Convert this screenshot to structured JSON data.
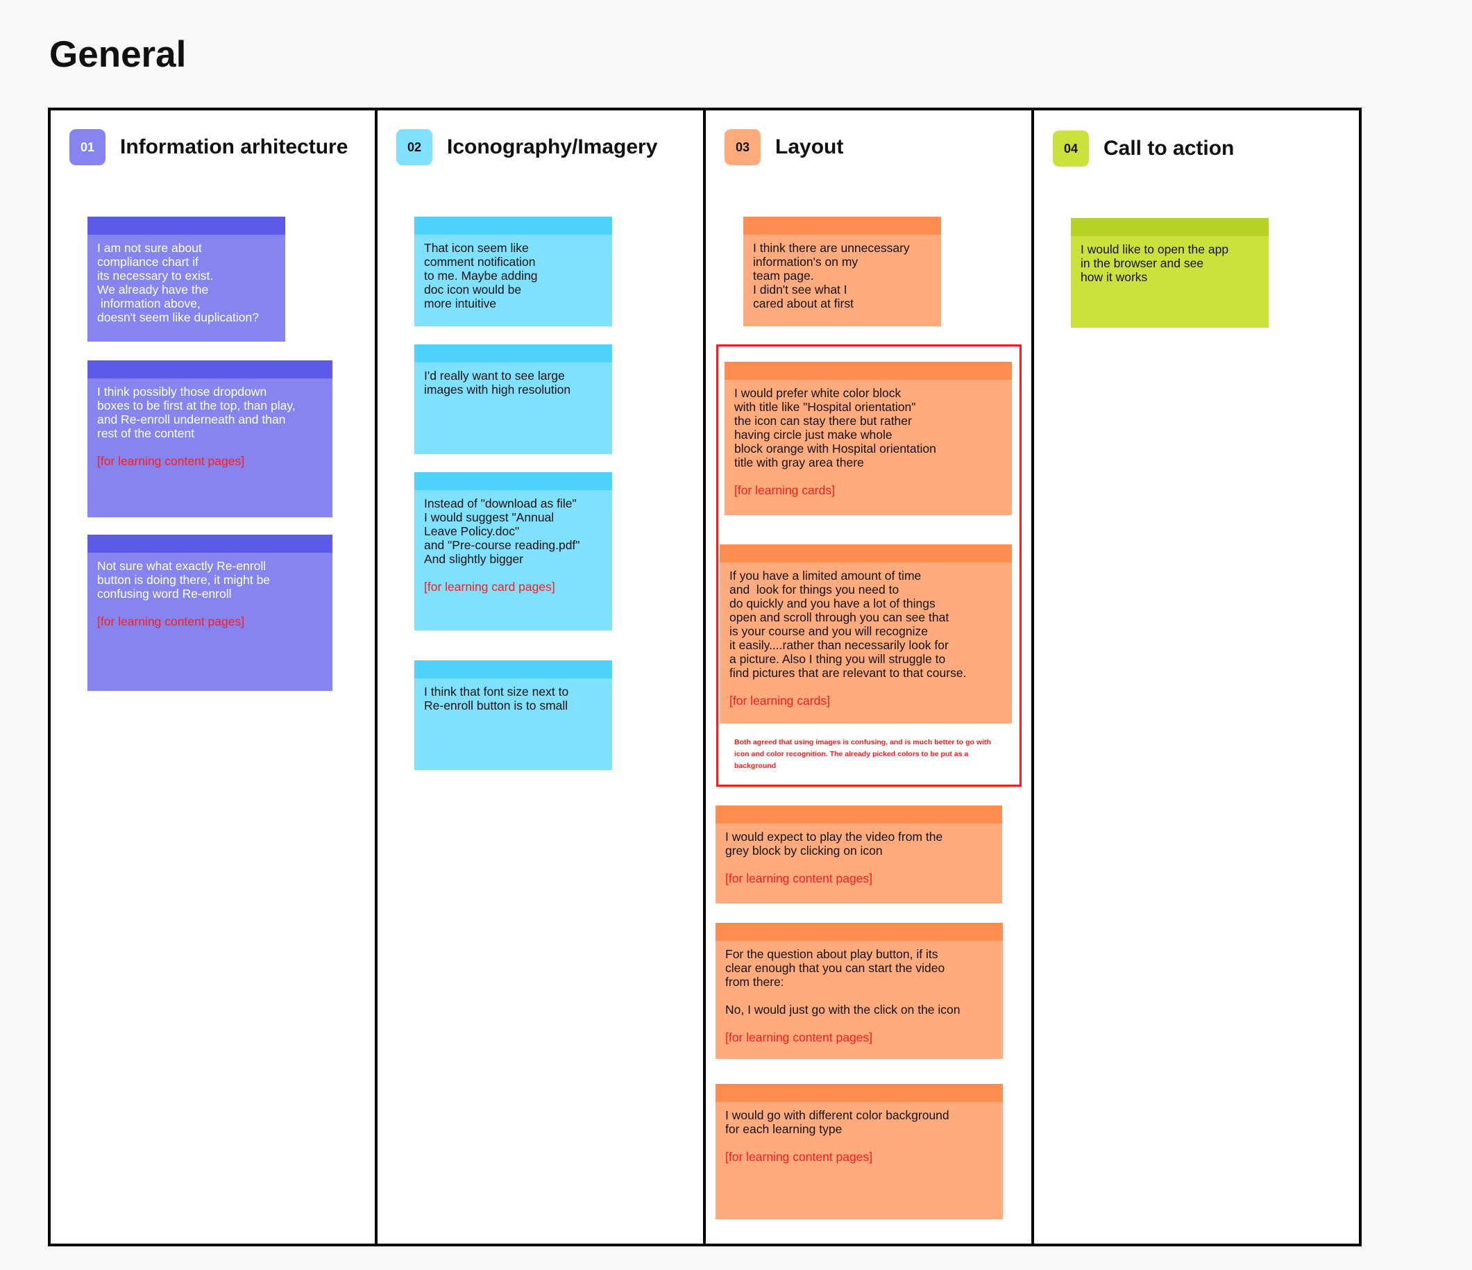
{
  "page_title": "General",
  "colors": {
    "purple": "#8685ef",
    "blue": "#80e1ff",
    "orange": "#ffab7d",
    "lime": "#cbe13c",
    "highlight_red": "#ff1a1a"
  },
  "columns": [
    {
      "number": "01",
      "title": "Information arhitecture",
      "notes": [
        {
          "text": "I am not sure about\ncompliance chart if\nits necessary to exist.\nWe already have the\n information above,\ndoesn't seem like duplication?",
          "tag": ""
        },
        {
          "text": "I think possibly those dropdown\nboxes to be first at the top, than play,\nand Re-enroll underneath and than\nrest of the content",
          "tag": "[for learning content pages]"
        },
        {
          "text": "Not sure what exactly Re-enroll\nbutton is doing there, it might be\nconfusing word Re-enroll",
          "tag": "[for learning content pages]"
        }
      ]
    },
    {
      "number": "02",
      "title": "Iconography/Imagery",
      "notes": [
        {
          "text": "That icon seem like\ncomment notification\nto me. Maybe adding\ndoc icon would be\nmore intuitive",
          "tag": ""
        },
        {
          "text": "I'd really want to see large\nimages with high resolution",
          "tag": ""
        },
        {
          "text": "Instead of \"download as file\"\nI would suggest \"Annual\nLeave Policy.doc\"\nand \"Pre-course reading.pdf\"\nAnd slightly bigger",
          "tag": "[for learning card pages]"
        },
        {
          "text": "I think that font size next to\nRe-enroll button is to small",
          "tag": ""
        }
      ]
    },
    {
      "number": "03",
      "title": "Layout",
      "notes": [
        {
          "text": "I think there are unnecessary\ninformation's on my\nteam page.\nI didn't see what I\ncared about at first",
          "tag": ""
        },
        {
          "text": "I would prefer white color block\nwith title like \"Hospital orientation\"\nthe icon can stay there but rather\nhaving circle just make whole\nblock orange with Hospital orientation\ntitle with gray area there",
          "tag": "[for learning cards]"
        },
        {
          "text": "If you have a limited amount of time\nand  look for things you need to\ndo quickly and you have a lot of things\nopen and scroll through you can see that\nis your course and you will recognize\nit easily....rather than necessarily look for\na picture. Also I thing you will struggle to\nfind pictures that are relevant to that course.",
          "tag": "[for learning cards]"
        },
        {
          "text": "I would expect to play the video from the\ngrey block by clicking on icon",
          "tag": "[for learning content pages]"
        },
        {
          "text": "For the question about play button, if its\nclear enough that you can start the video\nfrom there:\n\nNo, I would just go with the click on the icon",
          "tag": "[for learning content pages]"
        },
        {
          "text": "I would go with different color background\nfor each learning type",
          "tag": "[for learning content pages]"
        }
      ],
      "summary": "Both agreed that using images is confusing, and is much better to go with\nicon and color recognition. The already picked colors to be put as a\nbackground"
    },
    {
      "number": "04",
      "title": "Call to action",
      "notes": [
        {
          "text": "I would like to open the app\nin the browser and see\nhow it works",
          "tag": ""
        }
      ]
    }
  ]
}
